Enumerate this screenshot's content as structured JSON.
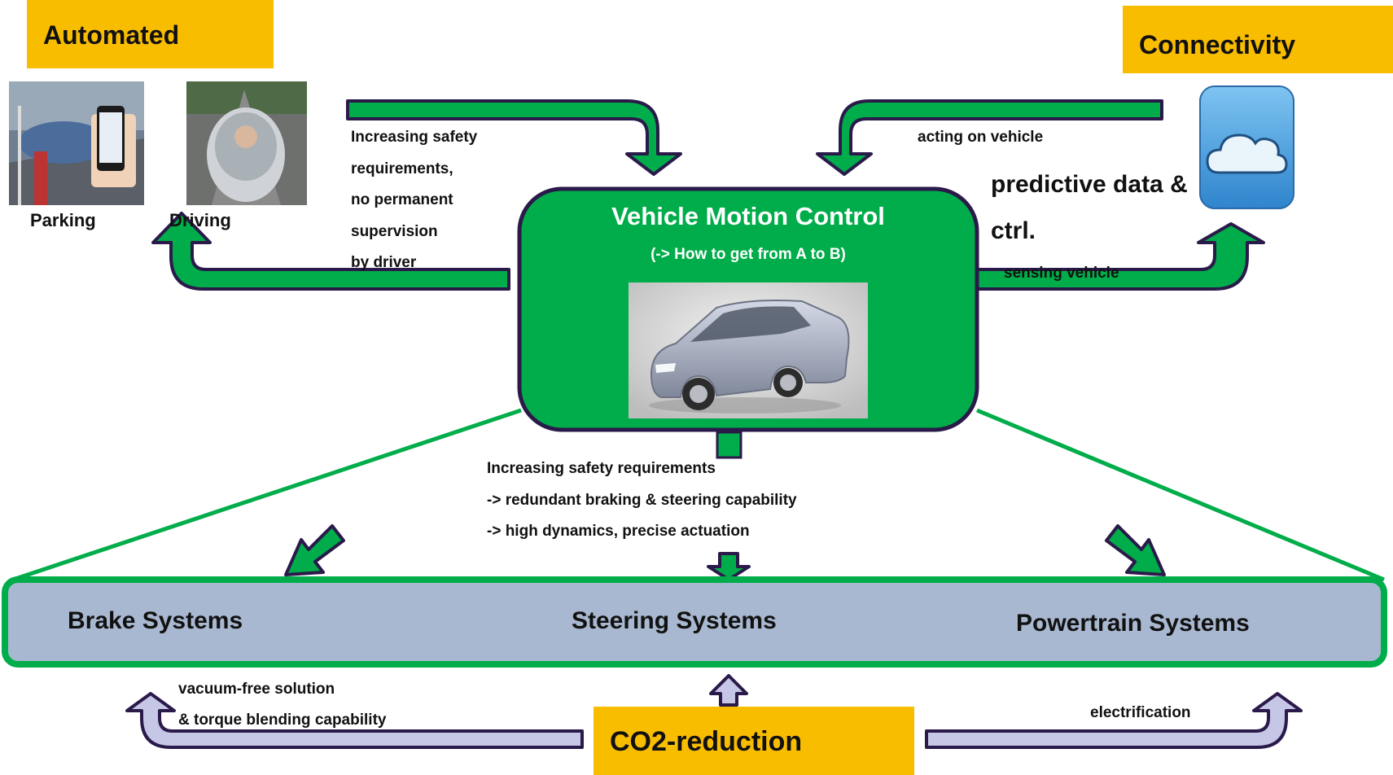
{
  "automated": {
    "title": "Automated",
    "parking": "Parking",
    "driving": "Driving"
  },
  "connectivity": {
    "title": "Connectivity",
    "icon": "cloud-icon"
  },
  "center": {
    "title": "Vehicle Motion Control",
    "subtitle": "(-> How to get from A to B)"
  },
  "top_left_note": [
    "Increasing safety",
    "requirements,",
    "no permanent",
    "supervision",
    "by driver"
  ],
  "top_right": {
    "acting": "acting on vehicle",
    "predictive_line1": "predictive data &",
    "predictive_line2": "ctrl.",
    "sensing": "sensing vehicle"
  },
  "middle_note": [
    "Increasing safety requirements",
    "-> redundant braking & steering capability",
    "-> high dynamics, precise actuation"
  ],
  "systems": {
    "brake": "Brake Systems",
    "steering": "Steering Systems",
    "powertrain": "Powertrain Systems"
  },
  "co2": {
    "title": "CO2-reduction",
    "brake_note_line1": "vacuum-free solution",
    "brake_note_line2": "& torque blending capability",
    "powertrain_note": "electrification"
  },
  "colors": {
    "green": "#00ad4a",
    "dark_outline": "#2a1a4a",
    "yellow": "#f9bd00",
    "bar_fill": "#a9b8d1",
    "lavender": "#c6c6e6"
  }
}
